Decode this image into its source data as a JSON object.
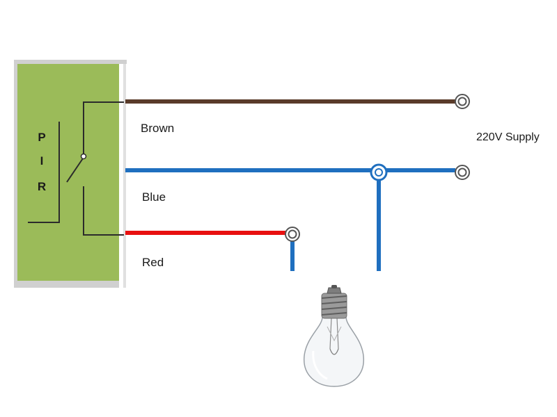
{
  "pir": {
    "letters": [
      "P",
      "I",
      "R"
    ]
  },
  "wires": {
    "brown": {
      "label": "Brown"
    },
    "blue": {
      "label": "Blue"
    },
    "red": {
      "label": "Red"
    }
  },
  "supply": {
    "label": "220V Supply"
  },
  "colors": {
    "box_fill": "#9bbb59",
    "box_shadow": "#d0d0d0",
    "brown_wire": "#5a3b2a",
    "blue_wire": "#1f6fbf",
    "red_wire": "#e81010",
    "terminal": "#444444"
  },
  "icons": {
    "lamp": "light-bulb-icon"
  }
}
